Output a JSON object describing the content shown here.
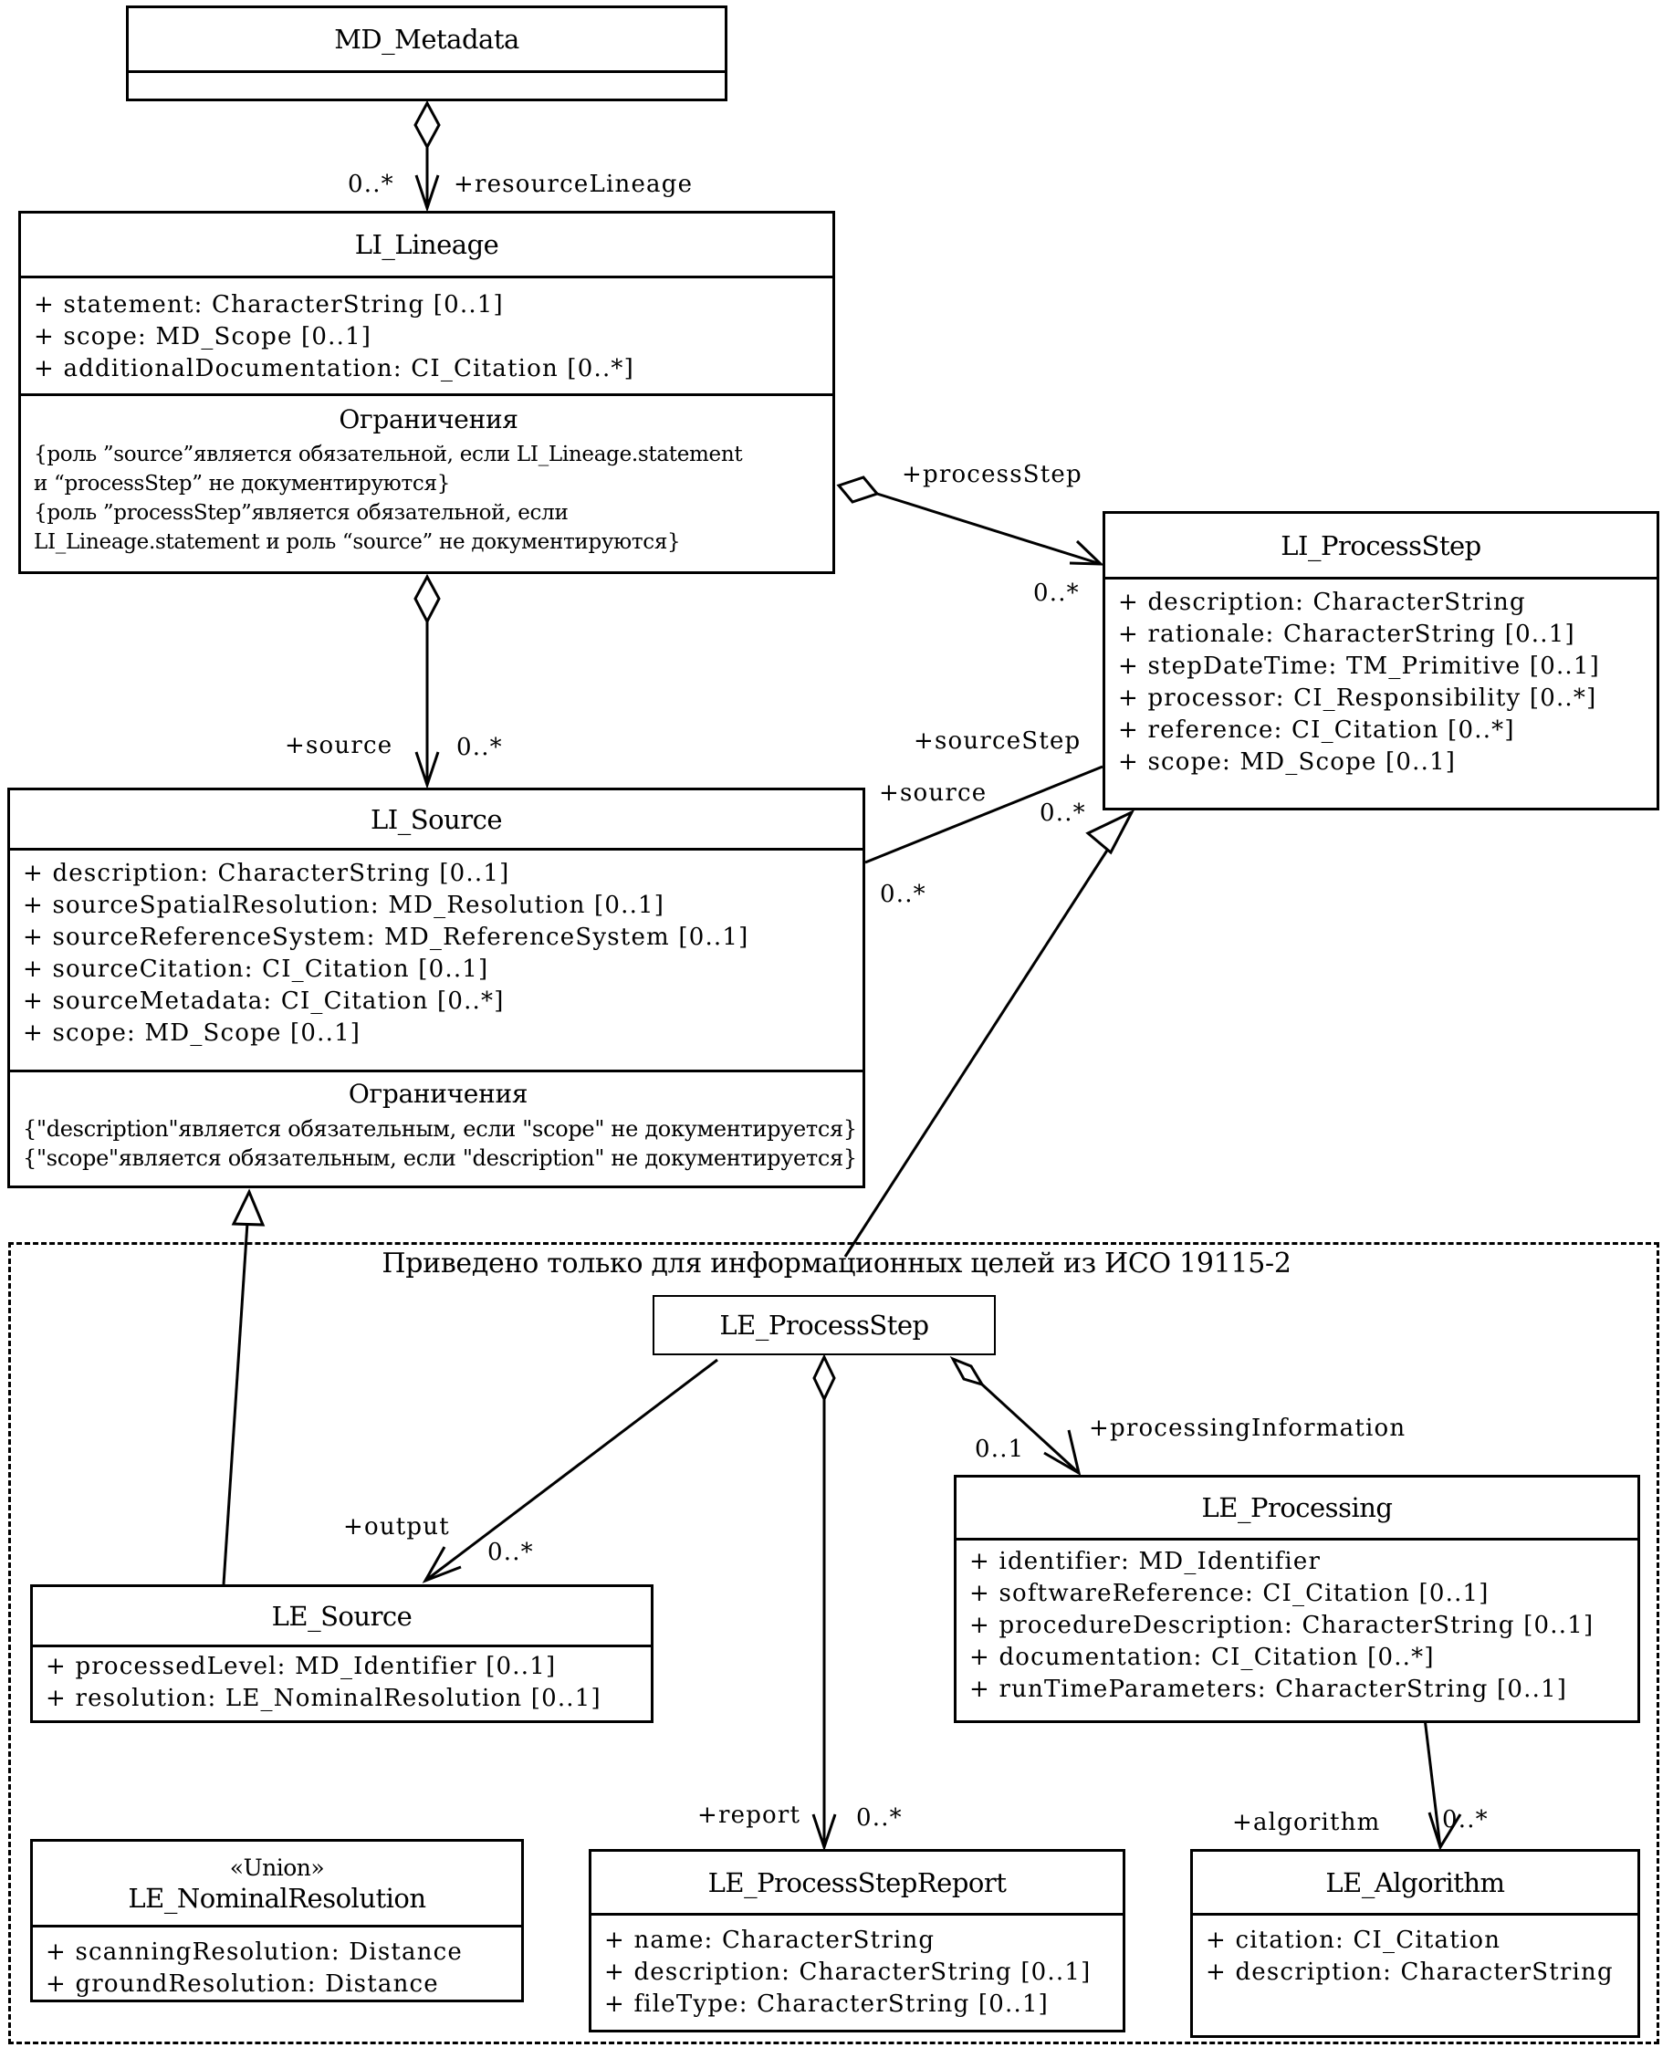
{
  "frame": {
    "title": "Приведено только для информационных целей из ИСО 19115-2"
  },
  "classes": {
    "md_metadata": {
      "name": "MD_Metadata"
    },
    "li_lineage": {
      "name": "LI_Lineage",
      "attributes": [
        "statement: CharacterString [0..1]",
        "scope: MD_Scope [0..1]",
        "additionalDocumentation: CI_Citation [0..*]"
      ],
      "constraints_title": "Ограничения",
      "constraints": [
        "{роль ”source”является обязательной, если  LI_Lineage.statement",
        " и “processStep” не документируются}",
        "{роль ”processStep”является обязательной, если",
        "LI_Lineage.statement и роль “source” не документируются}"
      ]
    },
    "li_processstep": {
      "name": "LI_ProcessStep",
      "attributes": [
        "description:  CharacterString",
        "rationale:  CharacterString [0..1]",
        "stepDateTime:  TM_Primitive [0..1]",
        "processor:  CI_Responsibility [0..*]",
        "reference:  CI_Citation [0..*]",
        "scope:  MD_Scope [0..1]"
      ]
    },
    "li_source": {
      "name": "LI_Source",
      "attributes": [
        "description:  CharacterString [0..1]",
        "sourceSpatialResolution:  MD_Resolution [0..1]",
        "sourceReferenceSystem:  MD_ReferenceSystem [0..1]",
        "sourceCitation:  CI_Citation [0..1]",
        "sourceMetadata:  CI_Citation [0..*]",
        "scope:  MD_Scope [0..1]"
      ],
      "constraints_title": "Ограничения",
      "constraints": [
        "{\"description\"является обязательным, если  \"scope\" не документируется}",
        "{\"scope\"является обязательным, если  \"description\" не документируется}"
      ]
    },
    "le_processstep": {
      "name": "LE_ProcessStep"
    },
    "le_source": {
      "name": "LE_Source",
      "attributes": [
        "processedLevel:  MD_Identifier [0..1]",
        "resolution:  LE_NominalResolution [0..1]"
      ]
    },
    "le_processing": {
      "name": "LE_Processing",
      "attributes": [
        "identifier:  MD_Identifier",
        "softwareReference:  CI_Citation [0..1]",
        "procedureDescription:  CharacterString [0..1]",
        "documentation:  CI_Citation [0..*]",
        "runTimeParameters:  CharacterString [0..1]"
      ]
    },
    "le_nominalresolution": {
      "stereotype": "«Union»",
      "name": "LE_NominalResolution",
      "attributes": [
        "scanningResolution:  Distance",
        "groundResolution:  Distance"
      ]
    },
    "le_processstepreport": {
      "name": "LE_ProcessStepReport",
      "attributes": [
        "name:  CharacterString",
        "description:  CharacterString [0..1]",
        "fileType:  CharacterString [0..1]"
      ]
    },
    "le_algorithm": {
      "name": "LE_Algorithm",
      "attributes": [
        "citation:  CI_Citation",
        "description:  CharacterString"
      ]
    }
  },
  "associations": {
    "resource_lineage": {
      "role": "+resourceLineage",
      "multiplicity": "0..*"
    },
    "process_step": {
      "role": "+processStep",
      "multiplicity": "0..*"
    },
    "source": {
      "role": "+source",
      "multiplicity": "0..*"
    },
    "source_step": {
      "role_a": "+sourceStep",
      "multiplicity_a": "0..*",
      "role_b": "+source",
      "multiplicity_b": "0..*"
    },
    "output": {
      "role": "+output",
      "multiplicity": "0..*"
    },
    "processing_information": {
      "role": "+processingInformation",
      "multiplicity": "0..1"
    },
    "report": {
      "role": "+report",
      "multiplicity": "0..*"
    },
    "algorithm": {
      "role": "+algorithm",
      "multiplicity": "0..*"
    }
  }
}
